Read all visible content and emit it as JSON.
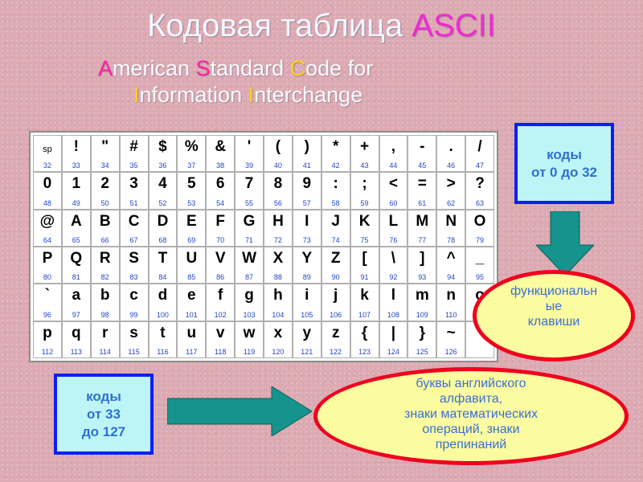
{
  "slide": {
    "title_main": "Кодовая таблица ",
    "title_highlight": "ASCII",
    "subtitle_line1": [
      {
        "cap": "A",
        "rest": "merican "
      },
      {
        "cap": "S",
        "rest": "tandard "
      },
      {
        "cap": "C",
        "rest": "ode for"
      }
    ],
    "subtitle_line2": [
      {
        "cap": "I",
        "rest": "nformation "
      },
      {
        "cap": "I",
        "rest": "nterchange"
      }
    ]
  },
  "ascii_table": {
    "rows": [
      [
        {
          "char": "sp",
          "code": "32"
        },
        {
          "char": "!",
          "code": "33"
        },
        {
          "char": "\"",
          "code": "34"
        },
        {
          "char": "#",
          "code": "35"
        },
        {
          "char": "$",
          "code": "36"
        },
        {
          "char": "%",
          "code": "37"
        },
        {
          "char": "&",
          "code": "38"
        },
        {
          "char": "'",
          "code": "39"
        },
        {
          "char": "(",
          "code": "40"
        },
        {
          "char": ")",
          "code": "41"
        },
        {
          "char": "*",
          "code": "42"
        },
        {
          "char": "+",
          "code": "43"
        },
        {
          "char": ",",
          "code": "44"
        },
        {
          "char": "-",
          "code": "45"
        },
        {
          "char": ".",
          "code": "46"
        },
        {
          "char": "/",
          "code": "47"
        }
      ],
      [
        {
          "char": "0",
          "code": "48"
        },
        {
          "char": "1",
          "code": "49"
        },
        {
          "char": "2",
          "code": "50"
        },
        {
          "char": "3",
          "code": "51"
        },
        {
          "char": "4",
          "code": "52"
        },
        {
          "char": "5",
          "code": "53"
        },
        {
          "char": "6",
          "code": "54"
        },
        {
          "char": "7",
          "code": "55"
        },
        {
          "char": "8",
          "code": "56"
        },
        {
          "char": "9",
          "code": "57"
        },
        {
          "char": ":",
          "code": "58"
        },
        {
          "char": ";",
          "code": "59"
        },
        {
          "char": "<",
          "code": "60"
        },
        {
          "char": "=",
          "code": "61"
        },
        {
          "char": ">",
          "code": "62"
        },
        {
          "char": "?",
          "code": "63"
        }
      ],
      [
        {
          "char": "@",
          "code": "64"
        },
        {
          "char": "A",
          "code": "65"
        },
        {
          "char": "B",
          "code": "66"
        },
        {
          "char": "C",
          "code": "67"
        },
        {
          "char": "D",
          "code": "68"
        },
        {
          "char": "E",
          "code": "69"
        },
        {
          "char": "F",
          "code": "70"
        },
        {
          "char": "G",
          "code": "71"
        },
        {
          "char": "H",
          "code": "72"
        },
        {
          "char": "I",
          "code": "73"
        },
        {
          "char": "J",
          "code": "74"
        },
        {
          "char": "K",
          "code": "75"
        },
        {
          "char": "L",
          "code": "76"
        },
        {
          "char": "M",
          "code": "77"
        },
        {
          "char": "N",
          "code": "78"
        },
        {
          "char": "O",
          "code": "79"
        }
      ],
      [
        {
          "char": "P",
          "code": "80"
        },
        {
          "char": "Q",
          "code": "81"
        },
        {
          "char": "R",
          "code": "82"
        },
        {
          "char": "S",
          "code": "83"
        },
        {
          "char": "T",
          "code": "84"
        },
        {
          "char": "U",
          "code": "85"
        },
        {
          "char": "V",
          "code": "86"
        },
        {
          "char": "W",
          "code": "87"
        },
        {
          "char": "X",
          "code": "88"
        },
        {
          "char": "Y",
          "code": "89"
        },
        {
          "char": "Z",
          "code": "90"
        },
        {
          "char": "[",
          "code": "91"
        },
        {
          "char": "\\",
          "code": "92"
        },
        {
          "char": "]",
          "code": "93"
        },
        {
          "char": "^",
          "code": "94"
        },
        {
          "char": "_",
          "code": "95"
        }
      ],
      [
        {
          "char": "`",
          "code": "96"
        },
        {
          "char": "a",
          "code": "97"
        },
        {
          "char": "b",
          "code": "98"
        },
        {
          "char": "c",
          "code": "99"
        },
        {
          "char": "d",
          "code": "100"
        },
        {
          "char": "e",
          "code": "101"
        },
        {
          "char": "f",
          "code": "102"
        },
        {
          "char": "g",
          "code": "103"
        },
        {
          "char": "h",
          "code": "104"
        },
        {
          "char": "i",
          "code": "105"
        },
        {
          "char": "j",
          "code": "106"
        },
        {
          "char": "k",
          "code": "107"
        },
        {
          "char": "l",
          "code": "108"
        },
        {
          "char": "m",
          "code": "109"
        },
        {
          "char": "n",
          "code": "110"
        },
        {
          "char": "o",
          "code": "111"
        }
      ],
      [
        {
          "char": "p",
          "code": "112"
        },
        {
          "char": "q",
          "code": "113"
        },
        {
          "char": "r",
          "code": "114"
        },
        {
          "char": "s",
          "code": "115"
        },
        {
          "char": "t",
          "code": "116"
        },
        {
          "char": "u",
          "code": "117"
        },
        {
          "char": "v",
          "code": "118"
        },
        {
          "char": "w",
          "code": "119"
        },
        {
          "char": "x",
          "code": "120"
        },
        {
          "char": "y",
          "code": "121"
        },
        {
          "char": "z",
          "code": "122"
        },
        {
          "char": "{",
          "code": "123"
        },
        {
          "char": "|",
          "code": "124"
        },
        {
          "char": "}",
          "code": "125"
        },
        {
          "char": "~",
          "code": "126"
        },
        {
          "char": "",
          "code": ""
        }
      ]
    ]
  },
  "callouts": {
    "control_codes_box": {
      "line1": "коды",
      "line2": "от 0 до 32"
    },
    "printable_codes_box": {
      "line1": "коды",
      "line2": "от 33",
      "line3": "до 127"
    },
    "function_keys_ellipse": {
      "line1": "функциональн",
      "line2": "ые",
      "line3": "клавиши"
    },
    "printable_desc_ellipse": {
      "line1": "буквы английского",
      "line2": "алфавита,",
      "line3": "знаки математических",
      "line4": "операций, знаки",
      "line5": "препинаний"
    }
  },
  "colors": {
    "background": "#dcaab2",
    "title_text": "#f3f7ff",
    "title_highlight": "#f02ad0",
    "acronym_caps": "#ff1fa0",
    "box_fill": "#bdf5f7",
    "box_border": "#0d1ff0",
    "box_text": "#2e6fd2",
    "arrow_fill": "#15938c",
    "ellipse_fill": "#fbfba0",
    "ellipse_border": "#f0001e",
    "code_number": "#2244c8"
  },
  "icons": {
    "down_arrow": "arrow-down-icon",
    "right_arrow": "arrow-right-icon"
  }
}
